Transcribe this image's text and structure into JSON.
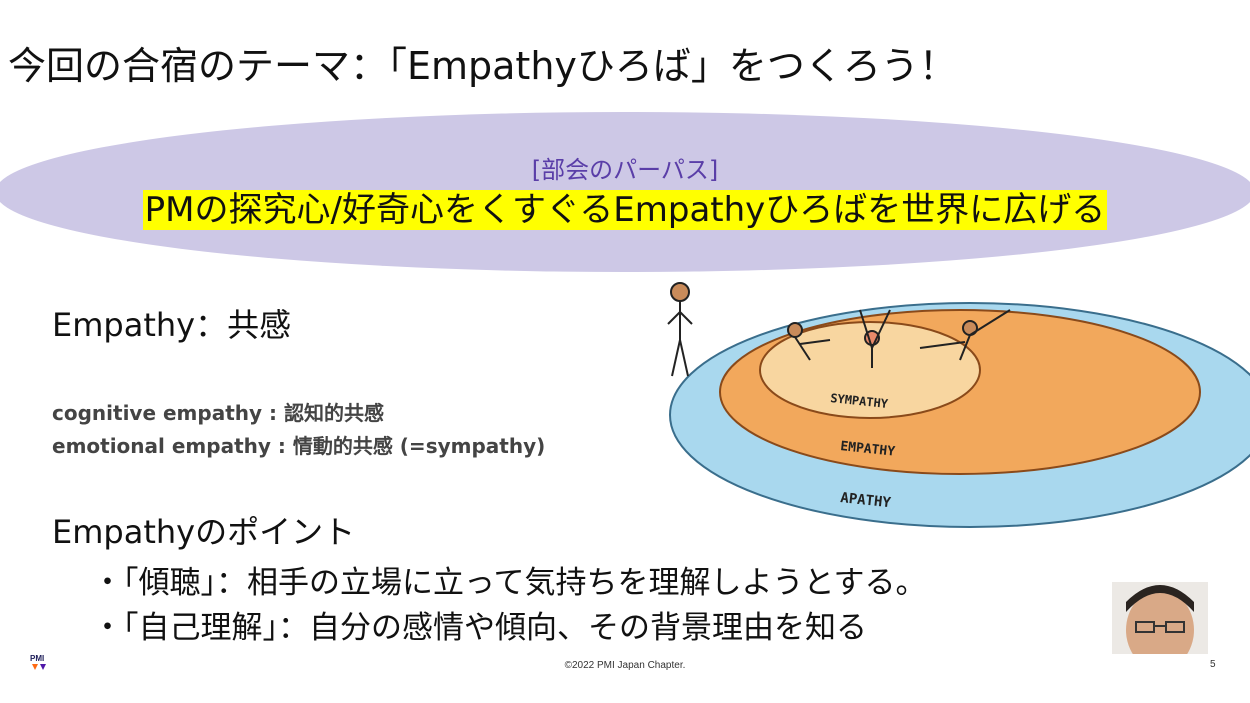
{
  "slide": {
    "title": "今回の合宿のテーマ：「Empathyひろば」をつくろう！",
    "purpose_label": "[部会のパーパス]",
    "purpose_text": "PMの探究心/好奇心をくすぐるEmpathyひろばを世界に広げる",
    "empathy_definition": "Empathy：共感",
    "subdefinitions": [
      "cognitive empathy : 認知的共感",
      "emotional empathy : 情動的共感 (=sympathy)"
    ],
    "points_title": "Empathyのポイント",
    "points": [
      "・「傾聴」：相手の立場に立って気持ちを理解しようとする。",
      "・「自己理解」：自分の感情や傾向、その背景理由を知る"
    ]
  },
  "illustration": {
    "labels": {
      "inner": "SYMPATHY",
      "middle": "EMPATHY",
      "outer": "APATHY"
    },
    "colors": {
      "outer": "#a9d8ee",
      "middle": "#f2a85c",
      "inner": "#f8d6a0"
    }
  },
  "footer": {
    "logo_text": "PMI",
    "copyright": "©2022 PMI  Japan Chapter.",
    "page_number": "5"
  },
  "colors": {
    "ellipse": "#cdc8e6",
    "highlight": "#ffff00",
    "purpose_label": "#5a3ea8"
  }
}
